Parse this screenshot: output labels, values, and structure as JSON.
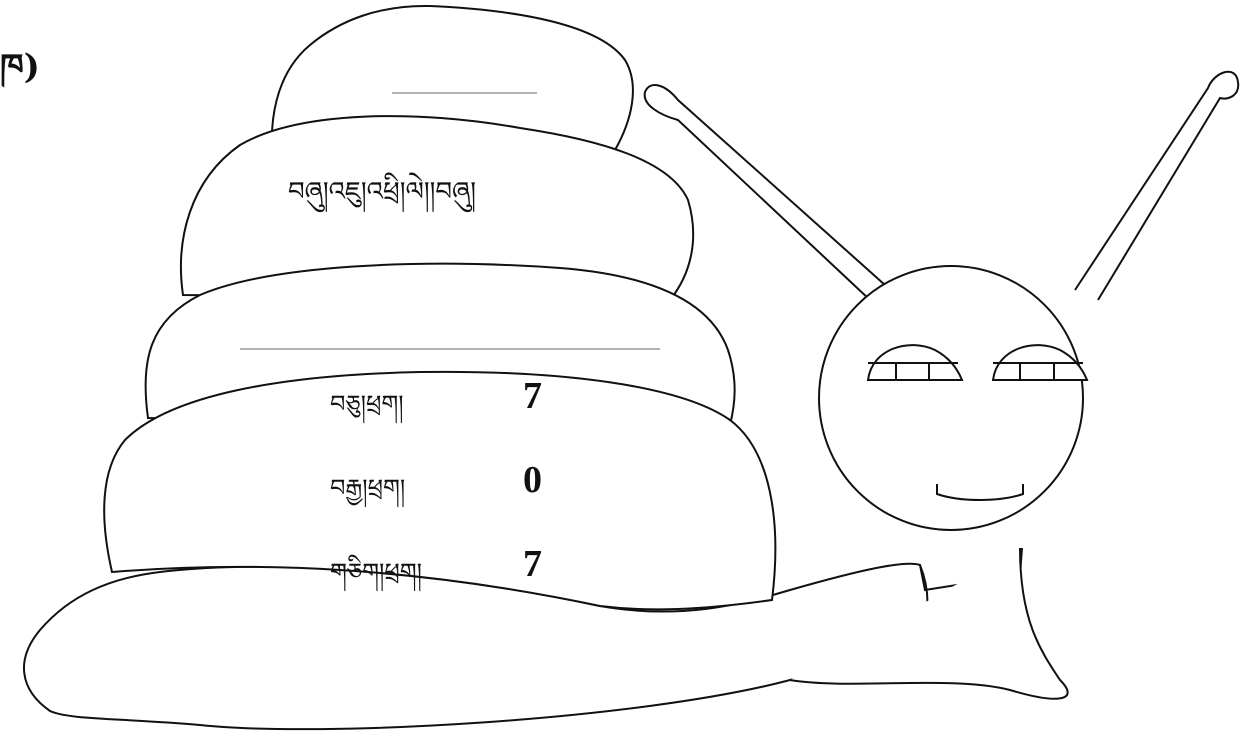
{
  "figure": {
    "corner_label": "ཁ)",
    "shell_labels": {
      "row1": "བཞུ།འཇུ།འཕྲི།ལེ།།བཞུ།",
      "row2_word": "བཅུ།ཕྲག།",
      "row2_value": "7",
      "row3_word": "བརྒྱ།ཕྲག།",
      "row3_value": "0",
      "row4_word": "གཅིག།ཕྲག།",
      "row4_value": "7"
    }
  },
  "colors": {
    "stroke": "#111111",
    "answer_line": "#9a9a9a",
    "background": "#ffffff"
  }
}
